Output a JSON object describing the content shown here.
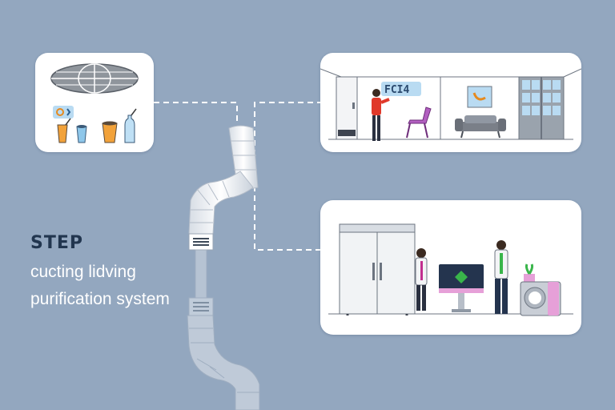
{
  "headline": "STEP",
  "subtitle_line1": "cucting lidving",
  "subtitle_line2": "purification system",
  "kit_card": {
    "icons": [
      "globe-icon",
      "badge-icon",
      "cup-icon",
      "cup-icon",
      "cup-icon",
      "bottle-icon"
    ]
  },
  "room_card": {
    "sign_text": "FCI4"
  },
  "kitchen_card": {
    "icons": [
      "refrigerator-icon",
      "monitor-icon",
      "appliance-icon",
      "plant-icon"
    ]
  },
  "colors": {
    "background": "#93a7bf",
    "card": "#ffffff",
    "headline": "#22364f",
    "subtitle": "#ffffff",
    "accent_pink": "#e6a0d8",
    "accent_green": "#39b54a",
    "accent_red": "#e0392b"
  }
}
